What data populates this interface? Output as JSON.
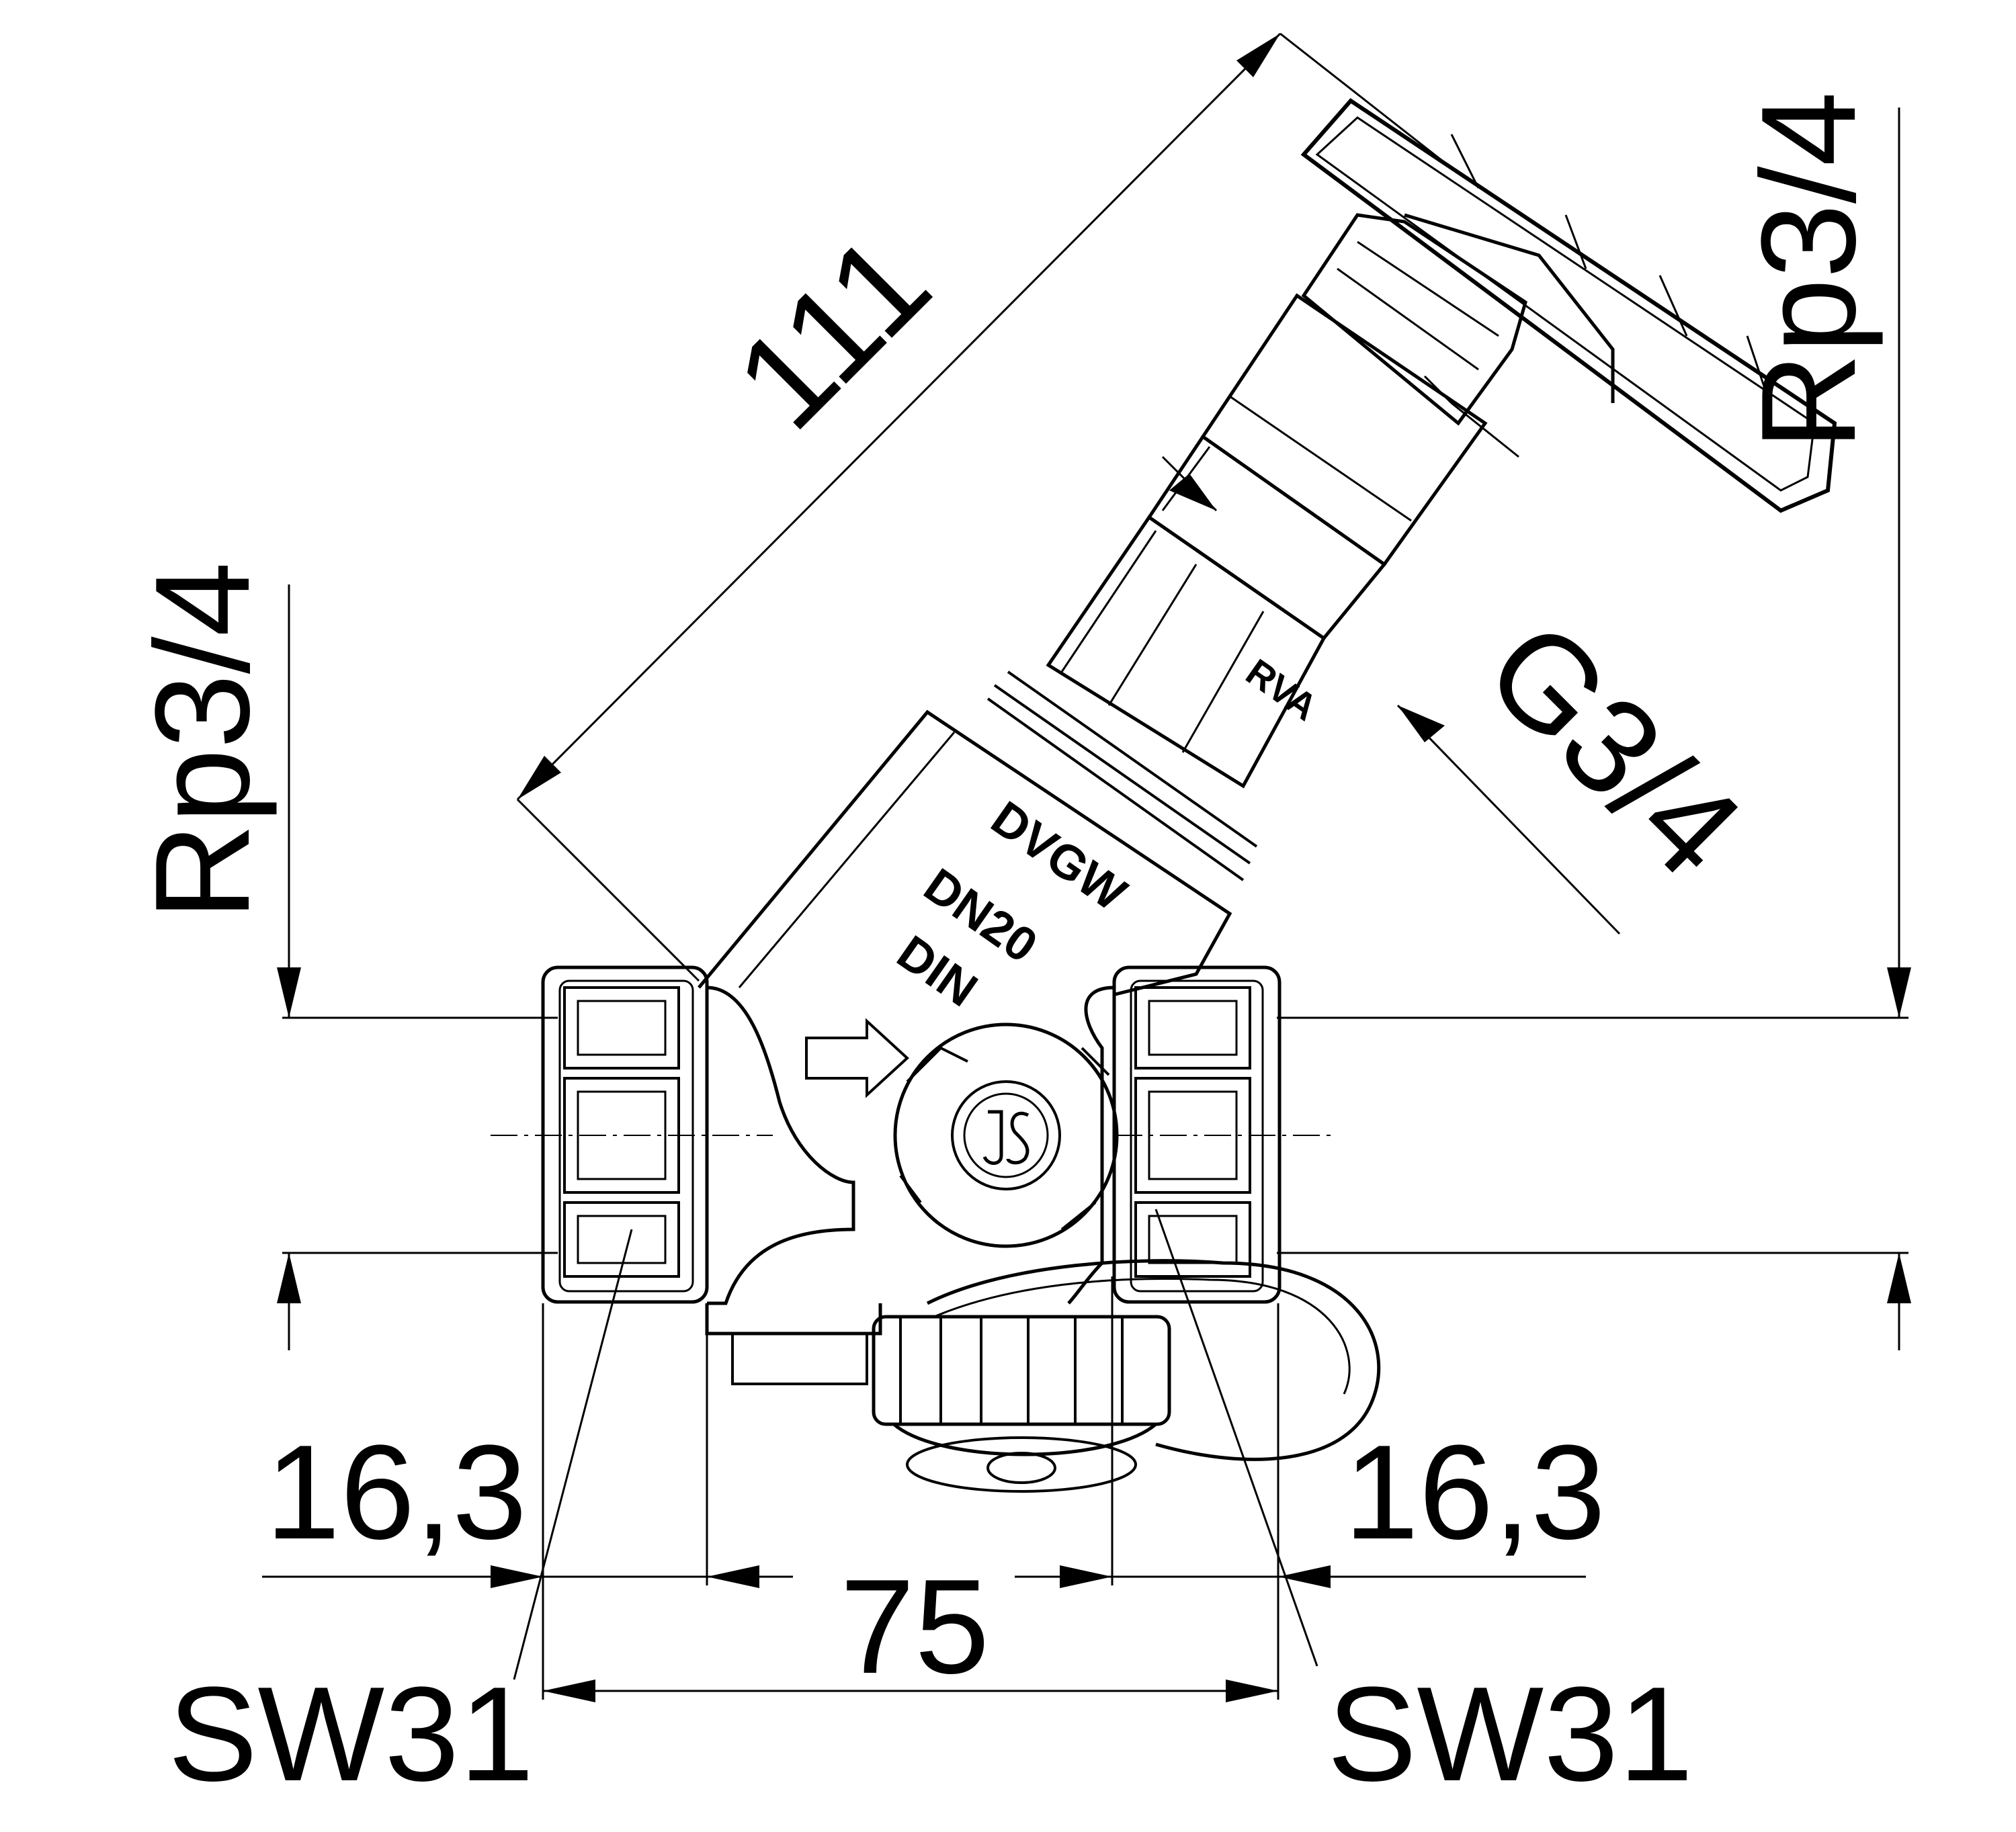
{
  "dimensions": {
    "stem_length": "111",
    "thread_left": "Rp3/4",
    "thread_right": "Rp3/4",
    "bonnet_thread": "G3/4",
    "socket_depth_left": "16,3",
    "socket_depth_right": "16,3",
    "wrench_size_left": "SW31",
    "wrench_size_right": "SW31",
    "overall_length": "75"
  },
  "markings": {
    "bonnet_label": "RVA",
    "body_line_1": "DVGW",
    "body_line_2": "DN20",
    "body_line_3": "DIN",
    "flow_direction_icon": "arrow-right-icon",
    "manufacturer_logo_icon": "js-logo-icon"
  },
  "colors": {
    "ink": "#000000",
    "paper": "#ffffff"
  }
}
